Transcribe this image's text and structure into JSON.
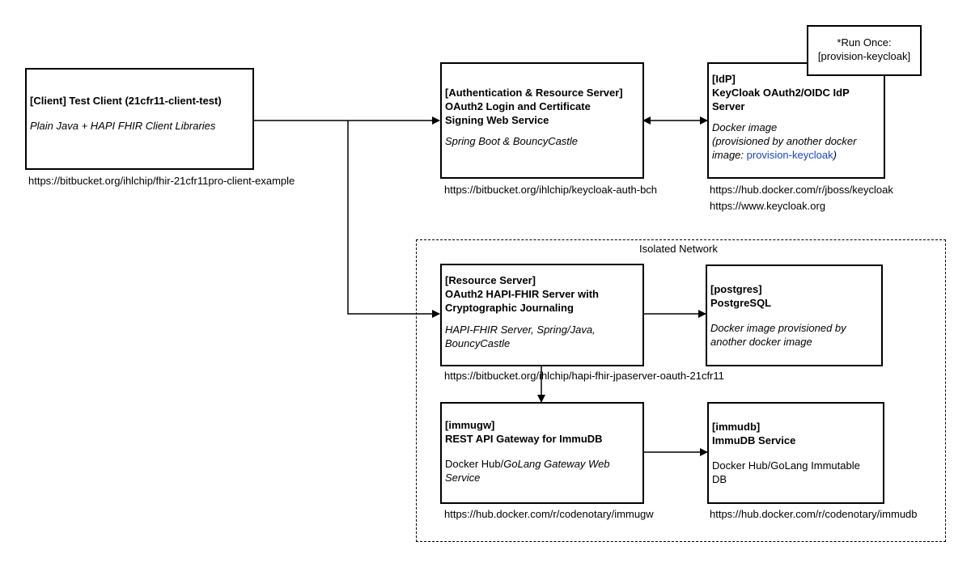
{
  "client": {
    "title": "[Client] Test Client (21cfr11-client-test)",
    "subtitle": "Plain Java + HAPI FHIR Client Libraries",
    "url": "https://bitbucket.org/ihlchip/fhir-21cfr11pro-client-example"
  },
  "auth_server": {
    "tag": "[Authentication & Resource Server]",
    "title_line1": "OAuth2 Login and Certificate",
    "title_line2": "Signing Web Service",
    "tech": "Spring Boot & BouncyCastle",
    "url": "https://bitbucket.org/ihlchip/keycloak-auth-bch"
  },
  "idp": {
    "tag": "[IdP]",
    "title_line1": "KeyCloak OAuth2/OIDC IdP",
    "title_line2": "Server",
    "desc_line1": "Docker image",
    "desc_line2": "(provisioned by another docker",
    "desc_line3_prefix": "image: ",
    "desc_link": "provision-keycloak",
    "desc_line3_suffix": ")",
    "url1": "https://hub.docker.com/r/jboss/keycloak",
    "url2": "https://www.keycloak.org"
  },
  "run_once": {
    "line1": "*Run Once:",
    "line2": "[provision-keycloak]"
  },
  "isolated_network": {
    "label": "Isolated Network"
  },
  "resource_server": {
    "tag": "[Resource Server]",
    "title_line1": "OAuth2 HAPI-FHIR Server with",
    "title_line2": "Cryptographic Journaling",
    "tech_line1": "HAPI-FHIR Server, Spring/Java,",
    "tech_line2": "BouncyCastle",
    "url": "https://bitbucket.org/ihlchip/hapi-fhir-jpaserver-oauth-21cfr11"
  },
  "postgres": {
    "tag": "[postgres]",
    "title": "PostgreSQL",
    "desc_line1": "Docker image provisioned by",
    "desc_line2": "another docker image"
  },
  "immugw": {
    "tag": "[immugw]",
    "title": "REST API Gateway for ImmuDB",
    "desc_plain": "Docker Hub/",
    "desc_italic_line1": "GoLang Gateway Web",
    "desc_italic_line2": "Service",
    "url": "https://hub.docker.com/r/codenotary/immugw"
  },
  "immudb": {
    "tag": "[immudb]",
    "title": "ImmuDB Service",
    "desc_line1": "Docker Hub/GoLang Immutable",
    "desc_line2": "DB",
    "url": "https://hub.docker.com/r/codenotary/immudb"
  }
}
